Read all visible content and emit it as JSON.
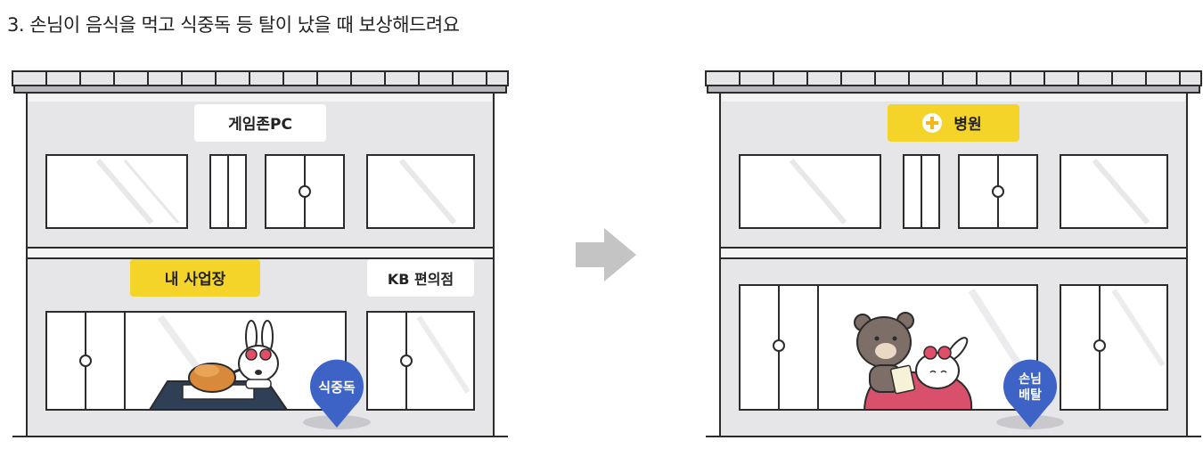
{
  "heading": "3. 손님이 음식을 먹고 식중독 등 탈이 났을 때 보상해드려요",
  "before": {
    "sign_top": "게임존PC",
    "sign_my_shop": "내 사업장",
    "sign_store": "KB 편의점",
    "pin_label": "식중독"
  },
  "after": {
    "sign_top": "병원",
    "pin_label_line1": "손님",
    "pin_label_line2": "배탈"
  },
  "colors": {
    "building_fill": "#e6e6e8",
    "outline": "#2b2b2b",
    "highlight_sign": "#f5d42a",
    "pin": "#3e63c6",
    "arrow": "#c4c4c4",
    "blanket": "#d8506c"
  }
}
